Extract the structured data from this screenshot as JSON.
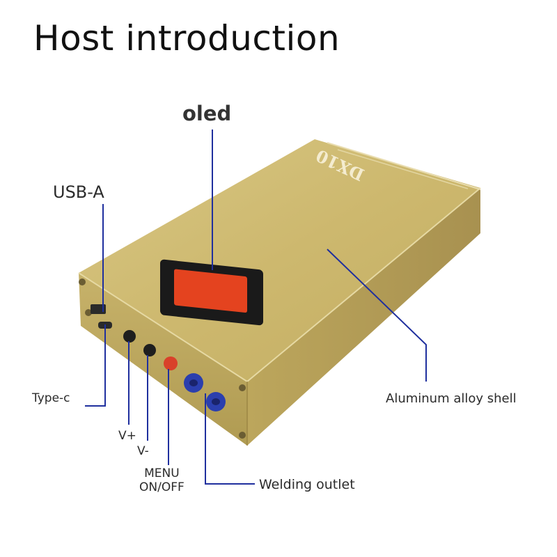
{
  "title": "Host introduction",
  "labels": {
    "oled": "oled",
    "usb_a": "USB-A",
    "type_c": "Type-c",
    "v_plus": "V+",
    "v_minus": "V-",
    "menu": "MENU",
    "on_off": "ON/OFF",
    "welding_outlet": "Welding outlet",
    "aluminum_shell": "Aluminum alloy shell"
  },
  "device": {
    "brand": "DX10"
  },
  "colors": {
    "shell": "#c9b468",
    "leader_line": "#1f2f9e",
    "menu_button": "#d9412a",
    "welding_socket": "#2b3fae"
  }
}
